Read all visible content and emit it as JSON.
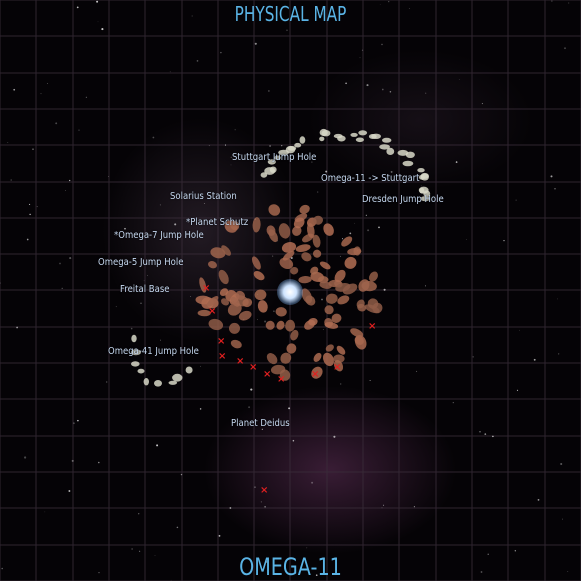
{
  "header": {
    "title": "PHYSICAL MAP"
  },
  "footer": {
    "system_name": "OMEGA-11"
  },
  "labels": [
    {
      "id": "stuttgart-jump-hole",
      "text": "Stuttgart Jump Hole"
    },
    {
      "id": "omega11-stuttgart",
      "text": "Omega-11 -> Stuttgart"
    },
    {
      "id": "solarius-station",
      "text": "Solarius Station"
    },
    {
      "id": "dresden-jump-hole",
      "text": "Dresden Jump Hole"
    },
    {
      "id": "planet-schutz",
      "text": "*Planet Schutz"
    },
    {
      "id": "omega7-jump-hole",
      "text": "*Omega-7 Jump Hole"
    },
    {
      "id": "omega5-jump-hole",
      "text": "Omega-5 Jump Hole"
    },
    {
      "id": "freital-base",
      "text": "Freital Base"
    },
    {
      "id": "omega41-jump-hole",
      "text": "Omega-41 Jump Hole"
    },
    {
      "id": "planet-deidus",
      "text": "Planet Deidus"
    }
  ],
  "markers": {
    "symbol": "×"
  },
  "colors": {
    "label": "#c6d8f0",
    "title": "#5ab4e6",
    "marker": "#e02020",
    "asteroid": "#a0705a",
    "ice": "#d8d8c8"
  },
  "icons": {
    "sun": "star-icon",
    "asteroid": "asteroid-icon",
    "marker": "x-marker-icon"
  }
}
